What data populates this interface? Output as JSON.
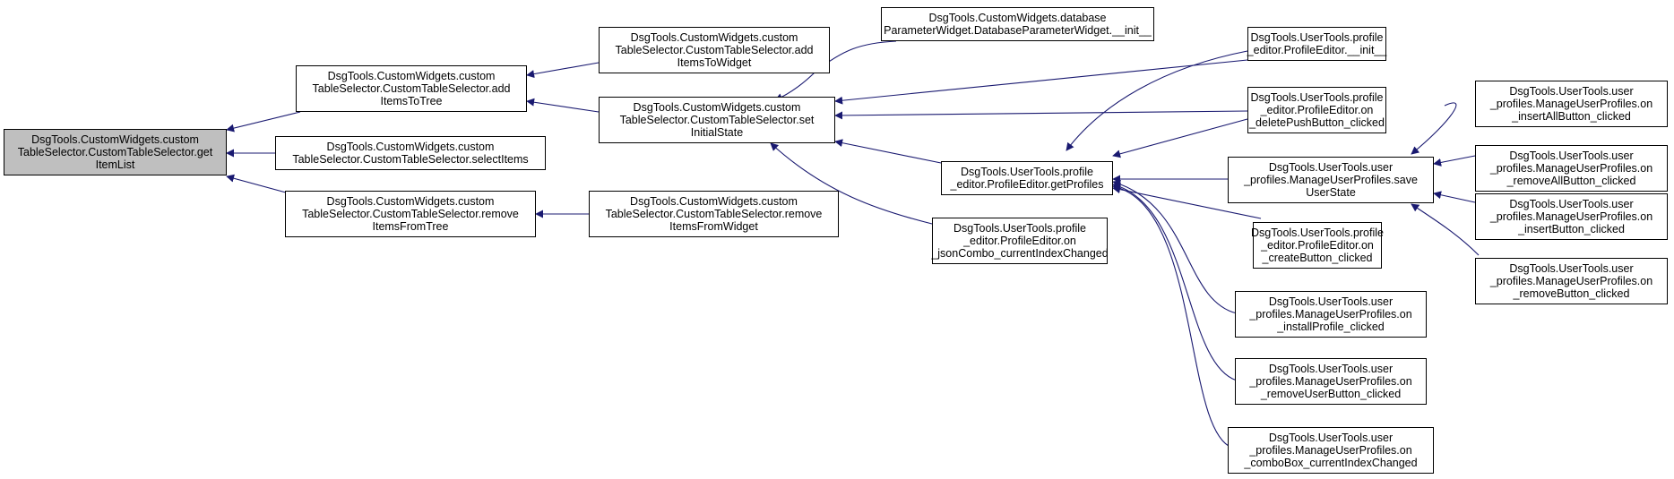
{
  "colors": {
    "edge": "#191970",
    "focus_node": "#bfbfbf",
    "node_border": "#000000",
    "node_fill": "#ffffff"
  },
  "nodes": {
    "getItemList": "DsgTools.CustomWidgets.custom\nTableSelector.CustomTableSelector.get\nItemList",
    "addItemsToTree": "DsgTools.CustomWidgets.custom\nTableSelector.CustomTableSelector.add\nItemsToTree",
    "selectItems": "DsgTools.CustomWidgets.custom\nTableSelector.CustomTableSelector.selectItems",
    "removeItemsFromTree": "DsgTools.CustomWidgets.custom\nTableSelector.CustomTableSelector.remove\nItemsFromTree",
    "addItemsToWidget": "DsgTools.CustomWidgets.custom\nTableSelector.CustomTableSelector.add\nItemsToWidget",
    "setInitialState": "DsgTools.CustomWidgets.custom\nTableSelector.CustomTableSelector.set\nInitialState",
    "removeItemsFromWidget": "DsgTools.CustomWidgets.custom\nTableSelector.CustomTableSelector.remove\nItemsFromWidget",
    "dbParamInit": "DsgTools.CustomWidgets.database\nParameterWidget.DatabaseParameterWidget.__init__",
    "getProfiles": "DsgTools.UserTools.profile\n_editor.ProfileEditor.getProfiles",
    "jsonCombo": "DsgTools.UserTools.profile\n_editor.ProfileEditor.on\n_jsonCombo_currentIndexChanged",
    "peInit": "DsgTools.UserTools.profile\n_editor.ProfileEditor.__init__",
    "deletePush": "DsgTools.UserTools.profile\n_editor.ProfileEditor.on\n_deletePushButton_clicked",
    "saveUserState": "DsgTools.UserTools.user\n_profiles.ManageUserProfiles.save\nUserState",
    "createButton": "DsgTools.UserTools.profile\n_editor.ProfileEditor.on\n_createButton_clicked",
    "installProfile": "DsgTools.UserTools.user\n_profiles.ManageUserProfiles.on\n_installProfile_clicked",
    "removeUserButton": "DsgTools.UserTools.user\n_profiles.ManageUserProfiles.on\n_removeUserButton_clicked",
    "comboBox": "DsgTools.UserTools.user\n_profiles.ManageUserProfiles.on\n_comboBox_currentIndexChanged",
    "insertAllButton": "DsgTools.UserTools.user\n_profiles.ManageUserProfiles.on\n_insertAllButton_clicked",
    "removeAllButton": "DsgTools.UserTools.user\n_profiles.ManageUserProfiles.on\n_removeAllButton_clicked",
    "insertButton": "DsgTools.UserTools.user\n_profiles.ManageUserProfiles.on\n_insertButton_clicked",
    "removeButton": "DsgTools.UserTools.user\n_profiles.ManageUserProfiles.on\n_removeButton_clicked"
  }
}
